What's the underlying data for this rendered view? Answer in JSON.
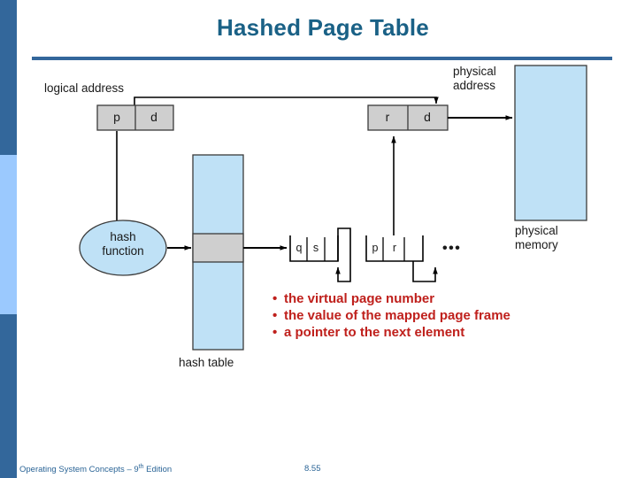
{
  "slide": {
    "title": "Hashed Page Table",
    "title_color": "#1a6186",
    "rule_color": "#33679b"
  },
  "sidebar": {
    "bands": [
      {
        "name": "top",
        "color": "#33679b"
      },
      {
        "name": "middle",
        "color": "#9bc9fe"
      },
      {
        "name": "bottom",
        "color": "#33679b"
      }
    ]
  },
  "diagram": {
    "logical_address_label": "logical address",
    "physical_address_label": "physical\naddress",
    "physical_address_line1": "physical",
    "physical_address_line2": "address",
    "physical_memory_line1": "physical",
    "physical_memory_line2": "memory",
    "hash_table_label": "hash table",
    "hash_function_line1": "hash",
    "hash_function_line2": "function",
    "logical_cells": [
      "p",
      "d"
    ],
    "physical_cells": [
      "r",
      "d"
    ],
    "chain_entry_1": [
      "q",
      "s"
    ],
    "chain_entry_2": [
      "p",
      "r"
    ],
    "ellipsis": "•••",
    "colors": {
      "fill_light_blue": "#bfe1f6",
      "fill_grey": "#cfcfcf",
      "stroke": "#3b3b3b",
      "line": "#000000"
    }
  },
  "bullets": {
    "color": "#bf201c",
    "dot": "•",
    "items": [
      "the virtual page number",
      "the value of the mapped page frame",
      "a pointer to the next element"
    ]
  },
  "footer": {
    "course_prefix": "Operating System Concepts – 9",
    "course_sup": "th",
    "course_suffix": " Edition",
    "page_number": "8.55",
    "color": "#2a6496"
  }
}
